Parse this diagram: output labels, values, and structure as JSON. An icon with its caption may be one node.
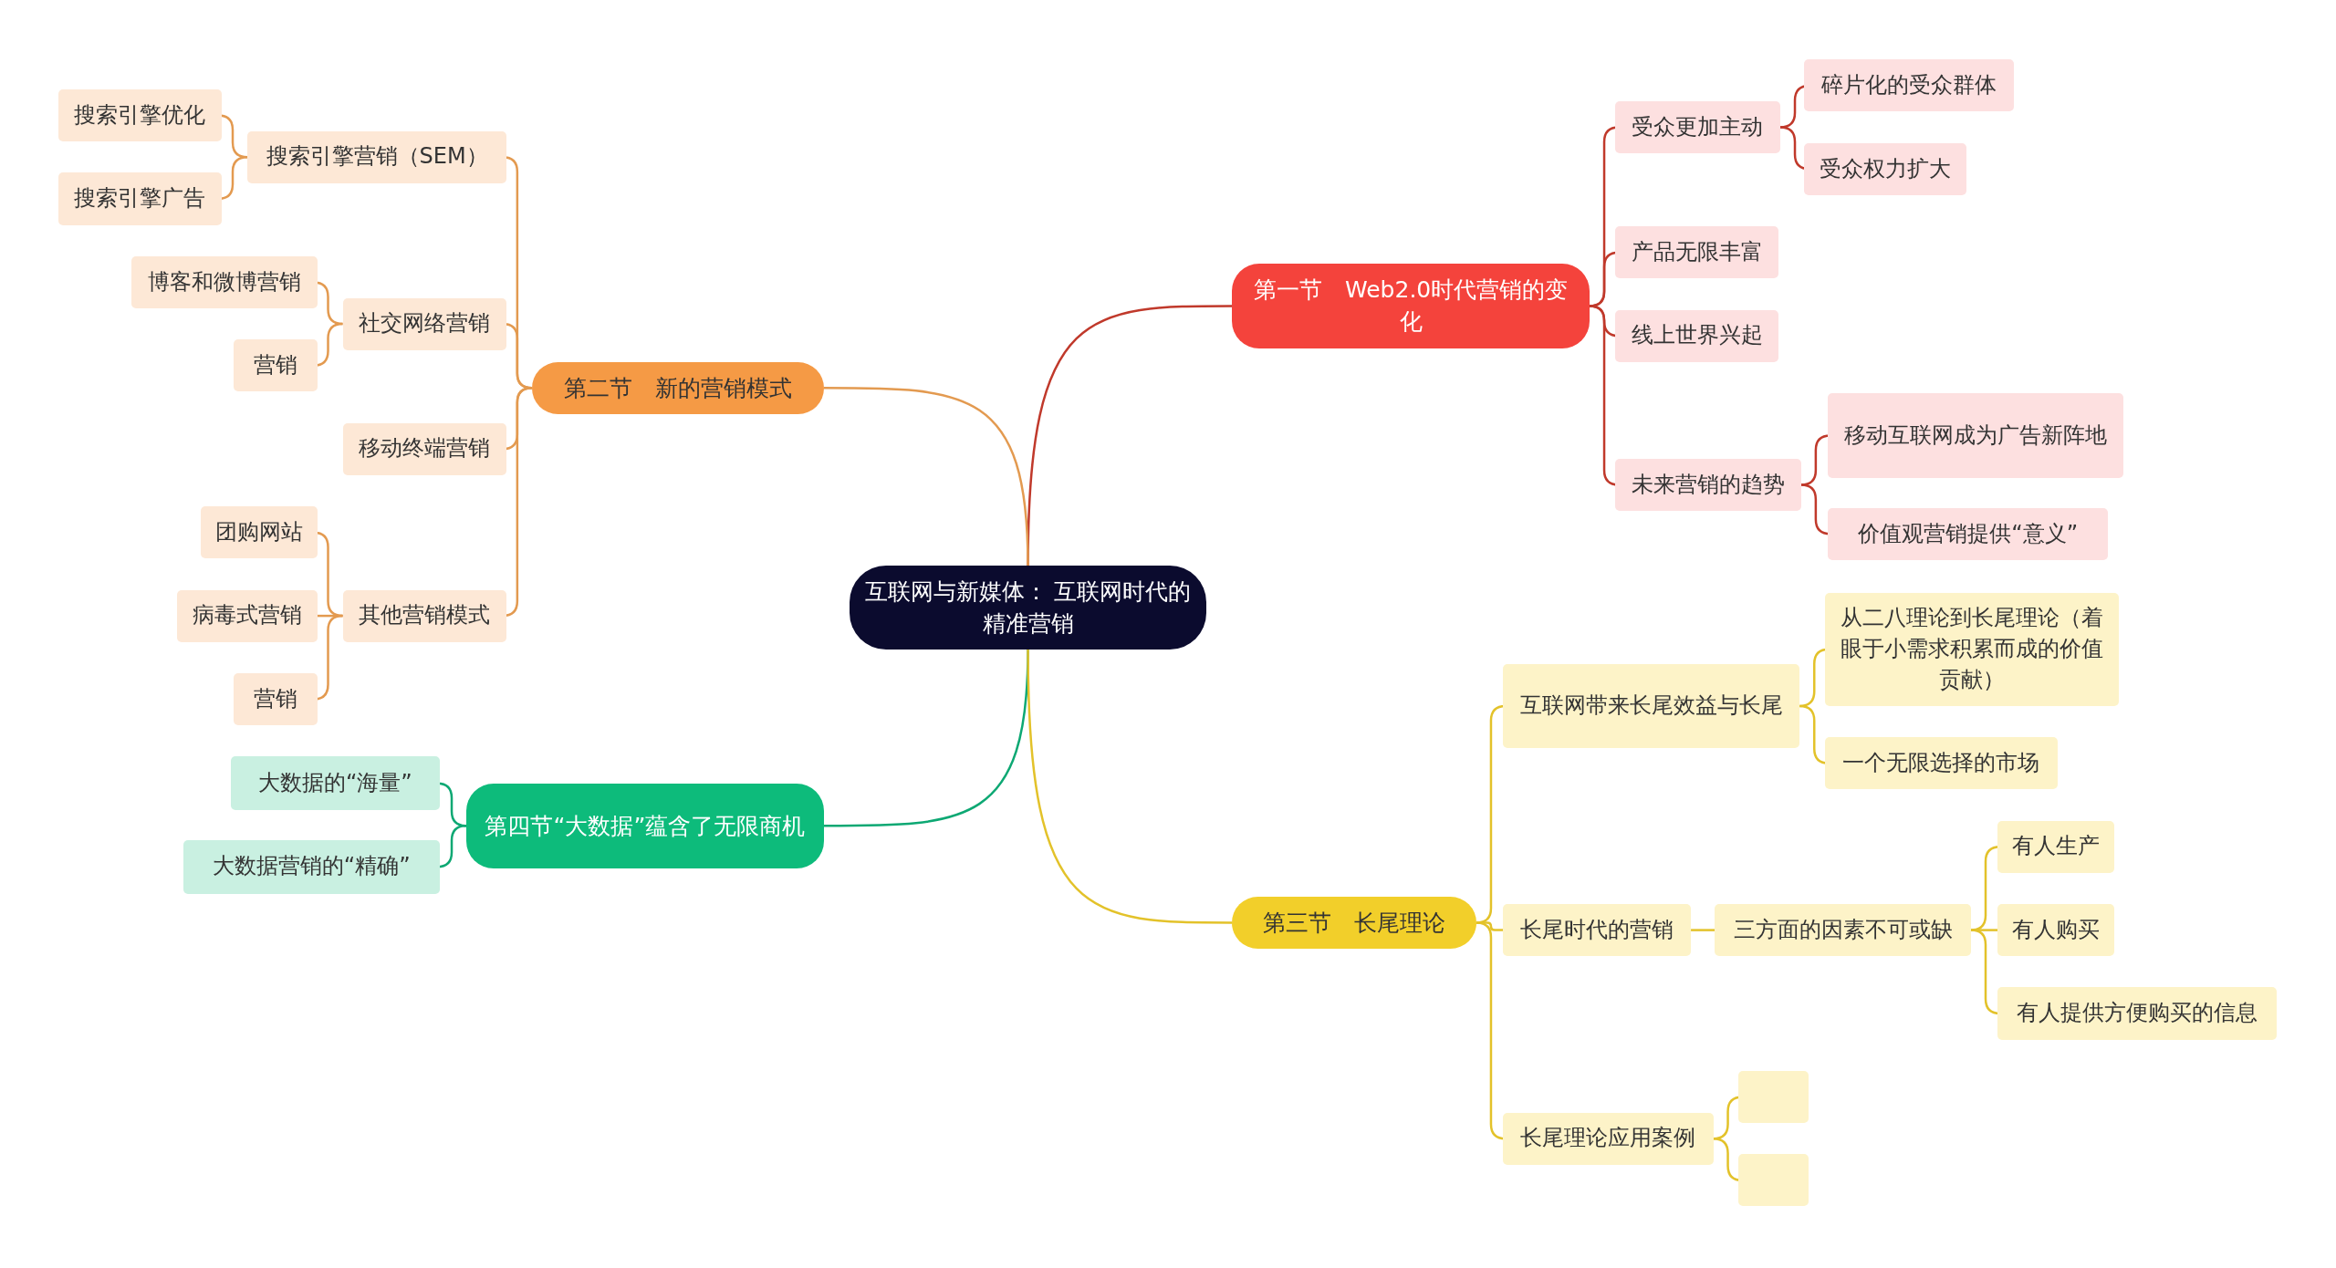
{
  "diagram": {
    "nodes": [
      {
        "text": [
          "互联网与新媒体： 互联网时代的精准营销"
        ]
      },
      {
        "text": [
          "第一节　Web2.0时代营销的变化"
        ]
      },
      {
        "text": [
          "受众更加主动"
        ]
      },
      {
        "text": [
          "碎片化的受众群体"
        ]
      },
      {
        "text": [
          "受众权力扩大"
        ]
      },
      {
        "text": [
          "产品无限丰富"
        ]
      },
      {
        "text": [
          "线上世界兴起"
        ]
      },
      {
        "text": [
          "未来营销的趋势"
        ]
      },
      {
        "text": [
          "移动互联网成为广告新阵地"
        ]
      },
      {
        "text": [
          "价值观营销提供“意义”"
        ]
      },
      {
        "text": [
          "第二节　新的营销模式"
        ]
      },
      {
        "text": [
          "搜索引擎营销（SEM）"
        ]
      },
      {
        "text": [
          "搜索引擎优化"
        ]
      },
      {
        "text": [
          "搜索引擎广告"
        ]
      },
      {
        "text": [
          "社交网络营销"
        ]
      },
      {
        "text": [
          "博客和微博营销"
        ]
      },
      {
        "text": [
          "营销"
        ]
      },
      {
        "text": [
          "移动终端营销"
        ]
      },
      {
        "text": [
          "其他营销模式"
        ]
      },
      {
        "text": [
          "团购网站"
        ]
      },
      {
        "text": [
          "病毒式营销"
        ]
      },
      {
        "text": [
          "营销"
        ]
      },
      {
        "text": [
          "第四节“大数据”蕴含了无限商机"
        ]
      },
      {
        "text": [
          "大数据的“海量”"
        ]
      },
      {
        "text": [
          "大数据营销的“精确”"
        ]
      },
      {
        "text": [
          "第三节　长尾理论"
        ]
      },
      {
        "text": [
          "互联网带来长尾效益与长尾"
        ]
      },
      {
        "text": [
          "从二八理论到长尾理论（着眼于小需求积累而成的价值贡献）"
        ]
      },
      {
        "text": [
          "一个无限选择的市场"
        ]
      },
      {
        "text": [
          "长尾时代的营销"
        ]
      },
      {
        "text": [
          "三方面的因素不可或缺"
        ]
      },
      {
        "text": [
          "有人生产"
        ]
      },
      {
        "text": [
          "有人购买"
        ]
      },
      {
        "text": [
          "有人提供方便购买的信息"
        ]
      },
      {
        "text": [
          "长尾理论应用案例"
        ]
      },
      {
        "text": [],
        "shape": "box"
      },
      {
        "text": [],
        "shape": "box"
      }
    ],
    "edges": [
      {
        "from": 0,
        "to": 1,
        "arrow": "none",
        "color": "#c0392b"
      },
      {
        "from": 1,
        "to": 2,
        "arrow": "none",
        "color": "#c0392b"
      },
      {
        "from": 2,
        "to": 3,
        "arrow": "none",
        "color": "#c0392b"
      },
      {
        "from": 2,
        "to": 4,
        "arrow": "none",
        "color": "#c0392b"
      },
      {
        "from": 1,
        "to": 5,
        "arrow": "none",
        "color": "#c0392b"
      },
      {
        "from": 1,
        "to": 6,
        "arrow": "none",
        "color": "#c0392b"
      },
      {
        "from": 1,
        "to": 7,
        "arrow": "none",
        "color": "#c0392b"
      },
      {
        "from": 7,
        "to": 8,
        "arrow": "none",
        "color": "#c0392b"
      },
      {
        "from": 7,
        "to": 9,
        "arrow": "none",
        "color": "#c0392b"
      },
      {
        "from": 0,
        "to": 10,
        "arrow": "none",
        "color": "#e39a50"
      },
      {
        "from": 10,
        "to": 11,
        "arrow": "none",
        "color": "#e39a50"
      },
      {
        "from": 11,
        "to": 12,
        "arrow": "none",
        "color": "#e39a50"
      },
      {
        "from": 11,
        "to": 13,
        "arrow": "none",
        "color": "#e39a50"
      },
      {
        "from": 10,
        "to": 14,
        "arrow": "none",
        "color": "#e39a50"
      },
      {
        "from": 14,
        "to": 15,
        "arrow": "none",
        "color": "#e39a50"
      },
      {
        "from": 14,
        "to": 16,
        "arrow": "none",
        "color": "#e39a50"
      },
      {
        "from": 10,
        "to": 17,
        "arrow": "none",
        "color": "#e39a50"
      },
      {
        "from": 10,
        "to": 18,
        "arrow": "none",
        "color": "#e39a50"
      },
      {
        "from": 18,
        "to": 19,
        "arrow": "none",
        "color": "#e39a50"
      },
      {
        "from": 18,
        "to": 20,
        "arrow": "none",
        "color": "#e39a50"
      },
      {
        "from": 18,
        "to": 21,
        "arrow": "none",
        "color": "#e39a50"
      },
      {
        "from": 0,
        "to": 22,
        "arrow": "none",
        "color": "#0da873"
      },
      {
        "from": 22,
        "to": 23,
        "arrow": "none",
        "color": "#0da873"
      },
      {
        "from": 22,
        "to": 24,
        "arrow": "none",
        "color": "#0da873"
      },
      {
        "from": 0,
        "to": 25,
        "arrow": "none",
        "color": "#e3c22a"
      },
      {
        "from": 25,
        "to": 26,
        "arrow": "none",
        "color": "#e3c22a"
      },
      {
        "from": 26,
        "to": 27,
        "arrow": "none",
        "color": "#e3c22a"
      },
      {
        "from": 26,
        "to": 28,
        "arrow": "none",
        "color": "#e3c22a"
      },
      {
        "from": 25,
        "to": 29,
        "arrow": "none",
        "color": "#e3c22a"
      },
      {
        "from": 29,
        "to": 30,
        "arrow": "none",
        "color": "#e3c22a"
      },
      {
        "from": 30,
        "to": 31,
        "arrow": "none",
        "color": "#e3c22a"
      },
      {
        "from": 30,
        "to": 32,
        "arrow": "none",
        "color": "#e3c22a"
      },
      {
        "from": 30,
        "to": 33,
        "arrow": "none",
        "color": "#e3c22a"
      },
      {
        "from": 25,
        "to": 34,
        "arrow": "none",
        "color": "#e3c22a"
      },
      {
        "from": 34,
        "to": 35,
        "arrow": "none",
        "color": "#e3c22a"
      },
      {
        "from": 34,
        "to": 36,
        "arrow": "none",
        "color": "#e3c22a"
      }
    ]
  }
}
